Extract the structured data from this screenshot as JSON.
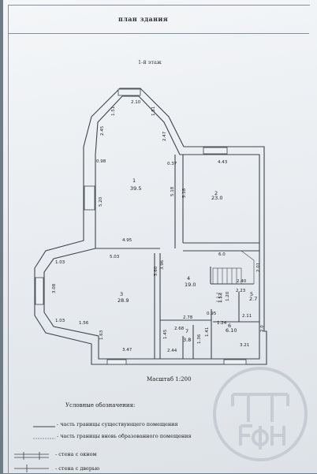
{
  "header": {
    "title": "план здания"
  },
  "plan": {
    "floor_label": "1-й этаж",
    "rooms": [
      {
        "num": "1",
        "area": "39.5"
      },
      {
        "num": "2",
        "area": "23.0"
      },
      {
        "num": "3",
        "area": "28.9"
      },
      {
        "num": "4",
        "area": "19.0"
      },
      {
        "num": "5",
        "area": "2.7"
      },
      {
        "num": "6",
        "area": "6.10"
      },
      {
        "num": "7",
        "area": "3.8"
      }
    ],
    "dims": [
      "2.10",
      "1.51",
      "1.51",
      "2.45",
      "2.47",
      "0.98",
      "0.37",
      "4.43",
      "5.18",
      "5.18",
      "5.20",
      "4.95",
      "5.03",
      "1.03",
      "3.96",
      "5.60",
      "6.0",
      "2.01",
      "2.40",
      "2.23",
      "1.20",
      "3.08",
      "1.03",
      "1.56",
      "1.63",
      "3.47",
      "2.78",
      "2.68",
      "1.45",
      "2.44",
      "1.36",
      "1.41",
      "0.95",
      "1.24",
      "1.52",
      "2.11",
      "2.0",
      "3.21"
    ],
    "scale": "Масштаб 1:200"
  },
  "legend": {
    "title": "Условные обозначения:",
    "items": [
      "- часть границы существующего помещения",
      "- часть границы вновь образованного помещения",
      "- стена с окном",
      "- стена с дверью"
    ]
  },
  "colors": {
    "wall": "#3e444b",
    "paper": "#eef1f4",
    "stamp": "#c5ccd3"
  }
}
